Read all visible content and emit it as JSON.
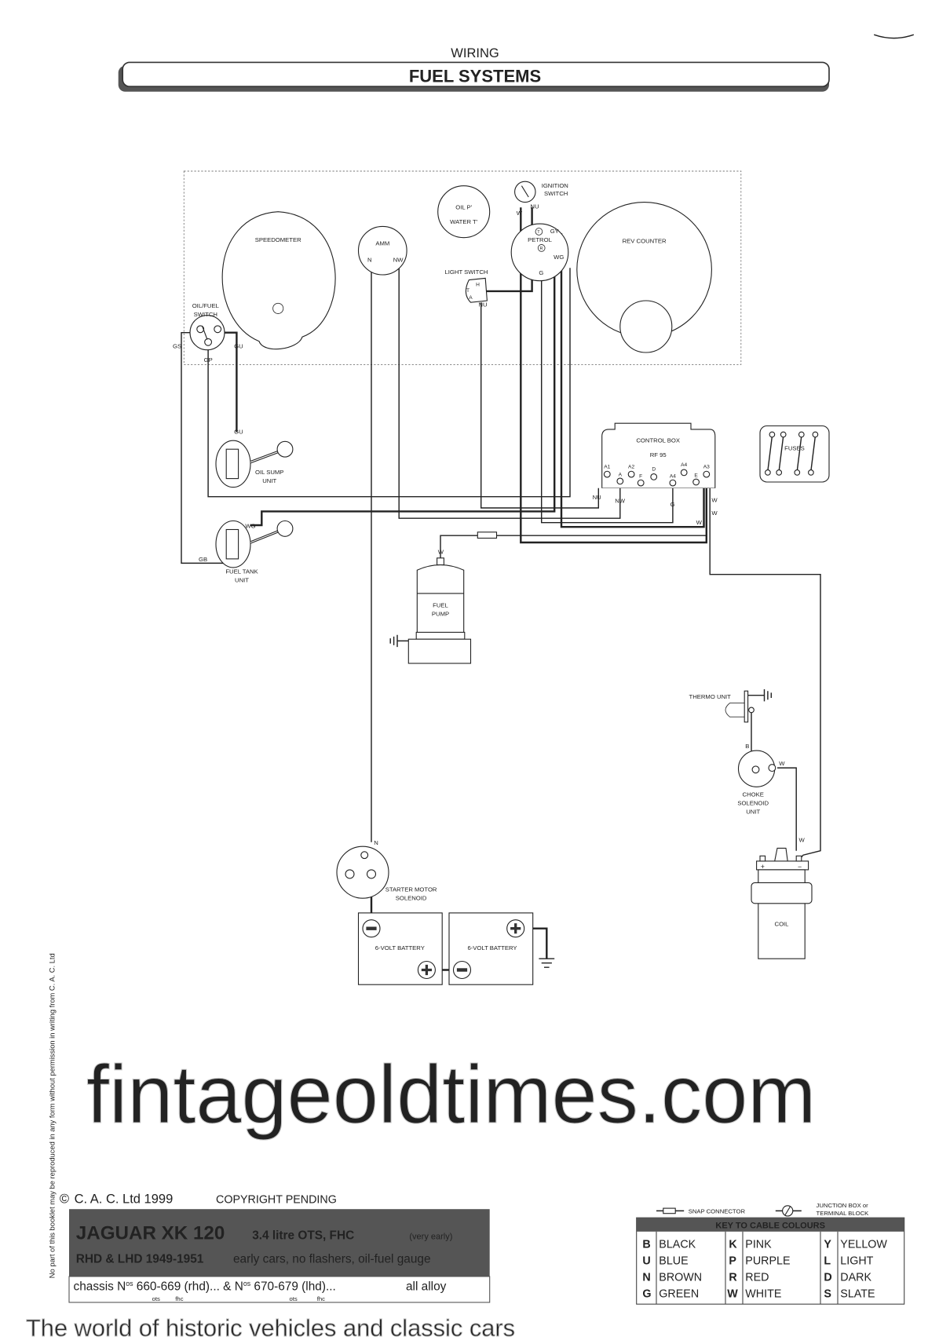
{
  "header": {
    "section": "WIRING",
    "title": "FUEL SYSTEMS"
  },
  "components": {
    "speedometer": "SPEEDOMETER",
    "amm": "AMM",
    "oil_p": "OIL P'",
    "water_t": "WATER T'",
    "ignition_switch": [
      "IGNITION",
      "SWITCH"
    ],
    "petrol": "PETROL",
    "rev_counter": "REV COUNTER",
    "light_switch": "LIGHT SWITCH",
    "oil_fuel_switch": [
      "OIL/FUEL",
      "SWITCH"
    ],
    "oil_sump_unit": [
      "OIL SUMP",
      "UNIT"
    ],
    "fuel_tank_unit": [
      "FUEL TANK",
      "UNIT"
    ],
    "control_box": "CONTROL BOX",
    "control_box_model": "RF 95",
    "fuses": "FUSES",
    "fuel_pump": [
      "FUEL",
      "PUMP"
    ],
    "thermo_unit": "THERMO UNIT",
    "choke_solenoid_unit": [
      "CHOKE",
      "SOLENOID",
      "UNIT"
    ],
    "coil": "COIL",
    "starter_motor_solenoid": [
      "STARTER MOTOR",
      "SOLENOID"
    ],
    "battery_1": "6-VOLT BATTERY",
    "battery_2": "6-VOLT BATTERY"
  },
  "wire_labels": {
    "amm_n": "N",
    "amm_nw": "NW",
    "ign_w": "W",
    "ign_nu": "NU",
    "petrol_t": "T",
    "petrol_gy": "GY",
    "petrol_r": "R",
    "petrol_wg": "WG",
    "petrol_g": "G",
    "light_h": "H",
    "light_t": "T",
    "light_a": "A",
    "light_nu": "NU",
    "switch_gs": "GS",
    "switch_gu": "GU",
    "switch_gp": "GP",
    "sump_gu": "GU",
    "tank_wg": "WG",
    "tank_gb": "GB",
    "cb_nu": "NU",
    "cb_nw": "NW",
    "cb_g": "G",
    "cb_w1": "W",
    "cb_w2": "W",
    "cb_w3": "W",
    "pump_w": "W",
    "choke_b": "B",
    "choke_w": "W",
    "coil_w": "W",
    "starter_n": "N",
    "coil_plus": "+",
    "coil_minus": "−"
  },
  "control_box_terminals": [
    "A1",
    "A",
    "A2",
    "F",
    "D",
    "A4",
    "A4",
    "E",
    "A3"
  ],
  "legend": {
    "snap_connector": "SNAP CONNECTOR",
    "junction": [
      "JUNCTION BOX or",
      "TERMINAL BLOCK"
    ],
    "title": "KEY TO CABLE COLOURS",
    "colours": [
      {
        "code": "B",
        "name": "BLACK"
      },
      {
        "code": "U",
        "name": "BLUE"
      },
      {
        "code": "N",
        "name": "BROWN"
      },
      {
        "code": "G",
        "name": "GREEN"
      },
      {
        "code": "K",
        "name": "PINK"
      },
      {
        "code": "P",
        "name": "PURPLE"
      },
      {
        "code": "R",
        "name": "RED"
      },
      {
        "code": "W",
        "name": "WHITE"
      },
      {
        "code": "Y",
        "name": "YELLOW"
      },
      {
        "code": "L",
        "name": "LIGHT"
      },
      {
        "code": "D",
        "name": "DARK"
      },
      {
        "code": "S",
        "name": "SLATE"
      }
    ]
  },
  "footer": {
    "copyright_symbol": "©",
    "copyright": "C. A. C. Ltd 1999",
    "copyright_pending": "COPYRIGHT PENDING",
    "model": "JAGUAR  XK 120",
    "spec": "3.4 litre OTS, FHC",
    "spec_note": "(very early)",
    "line2_bold": "RHD & LHD 1949-1951",
    "line2": "early cars, no flashers, oil-fuel gauge",
    "chassis_a": "chassis N",
    "nos": "os",
    "chassis_b": "660-669 (rhd)... & N",
    "chassis_c": "670-679 (lhd)...",
    "alloy": "all alloy",
    "ots": "ots",
    "fhc": "fhc",
    "side_notice": "No part of this booklet may be reproduced in any form without permission in writing from C. A. C. Ltd",
    "watermark_tagline": "The world of historic vehicles and classic cars",
    "watermark_site": "fintageoldtimes.com"
  }
}
